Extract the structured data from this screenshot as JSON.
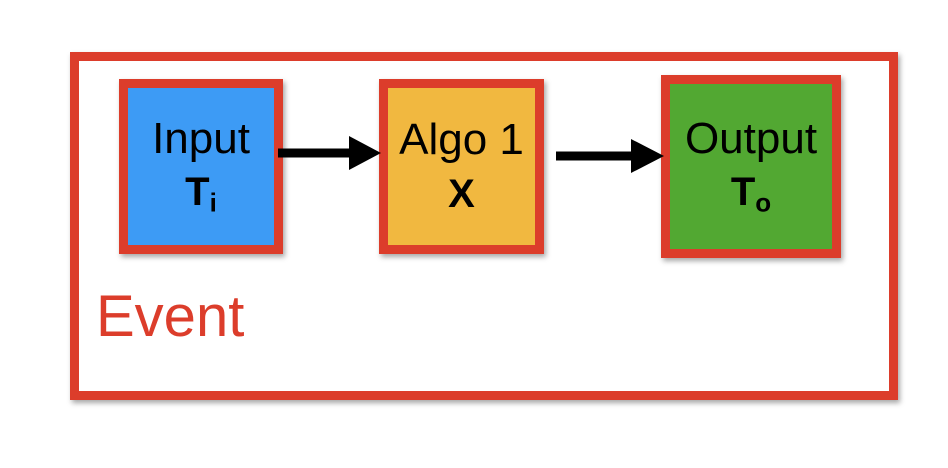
{
  "event": {
    "label": "Event"
  },
  "nodes": {
    "input": {
      "title": "Input",
      "symbol": "T",
      "subscript": "i"
    },
    "algo": {
      "title": "Algo 1",
      "symbol": "X"
    },
    "output": {
      "title": "Output",
      "symbol": "T",
      "subscript": "o"
    }
  },
  "colors": {
    "frame": "#dc3d2b",
    "input": "#3d9bf5",
    "algo": "#f1b840",
    "output": "#52a832",
    "arrow": "#000000"
  },
  "icons": {
    "arrow_1": "arrow-right-icon",
    "arrow_2": "arrow-right-icon"
  }
}
